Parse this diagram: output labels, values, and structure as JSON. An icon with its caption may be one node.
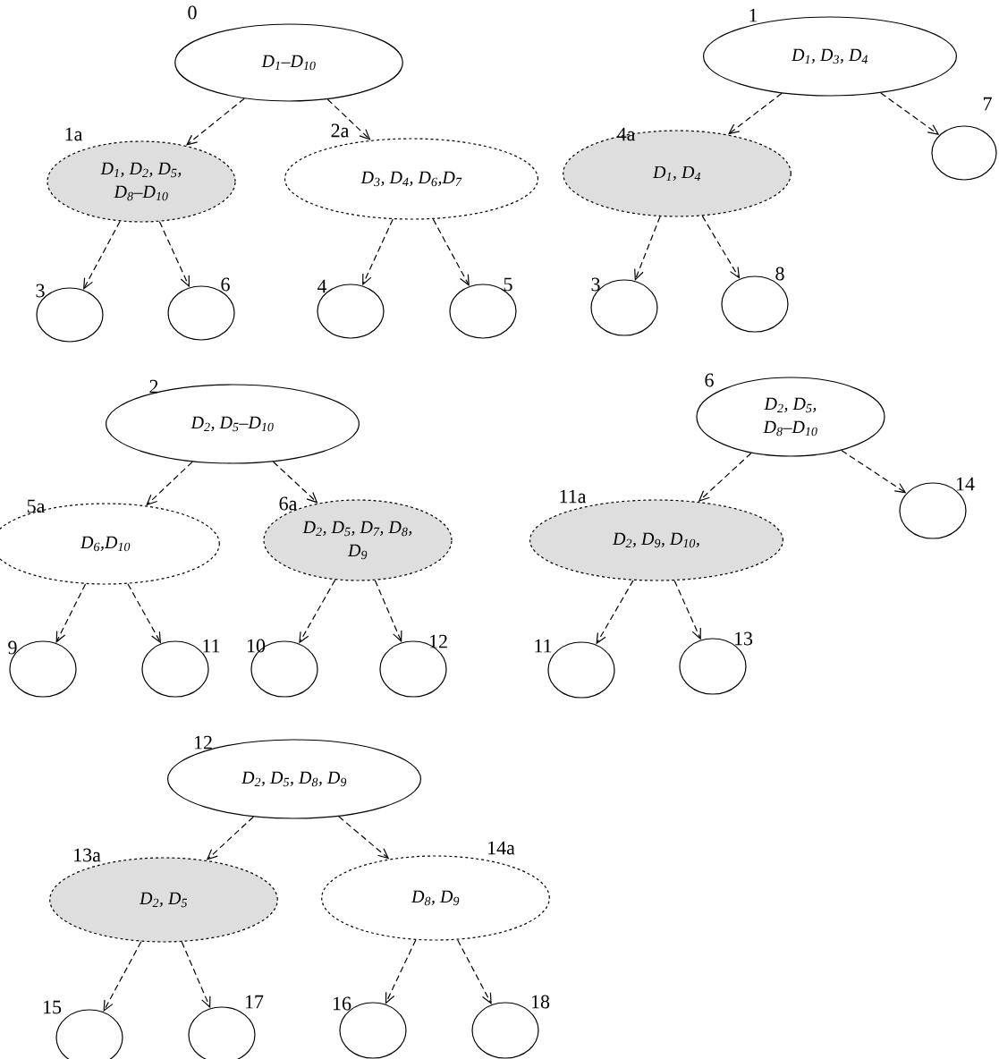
{
  "diagram": {
    "nodes": [
      {
        "text": [
          "0",
          "D$_{1}$–D$_{10}$"
        ]
      },
      {
        "text": [
          "1a",
          "D$_{1}$, D$_{2}$, D$_{5}$, D$_{8}$–D$_{10}$"
        ]
      },
      {
        "text": [
          "2a",
          "D$_{3}$, D$_{4}$, D$_{6}$,D$_{7}$"
        ]
      },
      {
        "text": [
          "3"
        ]
      },
      {
        "text": [
          "6"
        ]
      },
      {
        "text": [
          "4"
        ]
      },
      {
        "text": [
          "5"
        ]
      },
      {
        "text": [
          "1",
          "D$_{1}$, D$_{3}$, D$_{4}$"
        ]
      },
      {
        "text": [
          "4a",
          "D$_{1}$, D$_{4}$"
        ]
      },
      {
        "text": [
          "7"
        ]
      },
      {
        "text": [
          "3"
        ]
      },
      {
        "text": [
          "8"
        ]
      },
      {
        "text": [
          "2",
          "D$_{2}$, D$_{5}$–D$_{10}$"
        ]
      },
      {
        "text": [
          "5a",
          "D$_{6}$,D$_{10}$"
        ]
      },
      {
        "text": [
          "6a",
          "D$_{2}$, D$_{5}$, D$_{7}$, D$_{8}$, D$_{9}$"
        ]
      },
      {
        "text": [
          "9"
        ]
      },
      {
        "text": [
          "11"
        ]
      },
      {
        "text": [
          "10"
        ]
      },
      {
        "text": [
          "12"
        ]
      },
      {
        "text": [
          "6",
          "D$_{2}$, D$_{5}$, D$_{8}$–D$_{10}$"
        ]
      },
      {
        "text": [
          "11a",
          "D$_{2}$, D$_{9}$, D$_{10}$,"
        ]
      },
      {
        "text": [
          "14"
        ]
      },
      {
        "text": [
          "11"
        ]
      },
      {
        "text": [
          "13"
        ]
      },
      {
        "text": [
          "12",
          "D$_{2}$, D$_{5}$, D$_{8}$, D$_{9}$"
        ]
      },
      {
        "text": [
          "13a",
          "D$_{2}$, D$_{5}$"
        ]
      },
      {
        "text": [
          "14a",
          "D$_{8}$, D$_{9}$"
        ]
      },
      {
        "text": [
          "15"
        ]
      },
      {
        "text": [
          "17"
        ]
      },
      {
        "text": [
          "16"
        ]
      },
      {
        "text": [
          "18"
        ]
      }
    ],
    "edges": [
      {
        "from": 0,
        "to": 1,
        "arrow": "to"
      },
      {
        "from": 0,
        "to": 2,
        "arrow": "to"
      },
      {
        "from": 1,
        "to": 3,
        "arrow": "to"
      },
      {
        "from": 1,
        "to": 4,
        "arrow": "to"
      },
      {
        "from": 2,
        "to": 5,
        "arrow": "to"
      },
      {
        "from": 2,
        "to": 6,
        "arrow": "to"
      },
      {
        "from": 7,
        "to": 8,
        "arrow": "to"
      },
      {
        "from": 7,
        "to": 9,
        "arrow": "to"
      },
      {
        "from": 8,
        "to": 10,
        "arrow": "to"
      },
      {
        "from": 8,
        "to": 11,
        "arrow": "to"
      },
      {
        "from": 12,
        "to": 13,
        "arrow": "to"
      },
      {
        "from": 12,
        "to": 14,
        "arrow": "to"
      },
      {
        "from": 13,
        "to": 15,
        "arrow": "to"
      },
      {
        "from": 13,
        "to": 16,
        "arrow": "to"
      },
      {
        "from": 14,
        "to": 17,
        "arrow": "to"
      },
      {
        "from": 14,
        "to": 18,
        "arrow": "to"
      },
      {
        "from": 19,
        "to": 20,
        "arrow": "to"
      },
      {
        "from": 19,
        "to": 21,
        "arrow": "to"
      },
      {
        "from": 20,
        "to": 22,
        "arrow": "to"
      },
      {
        "from": 20,
        "to": 23,
        "arrow": "to"
      },
      {
        "from": 24,
        "to": 25,
        "arrow": "to"
      },
      {
        "from": 24,
        "to": 26,
        "arrow": "to"
      },
      {
        "from": 25,
        "to": 27,
        "arrow": "to"
      },
      {
        "from": 25,
        "to": 28,
        "arrow": "to"
      },
      {
        "from": 26,
        "to": 29,
        "arrow": "to"
      },
      {
        "from": 26,
        "to": 30,
        "arrow": "to"
      }
    ]
  }
}
